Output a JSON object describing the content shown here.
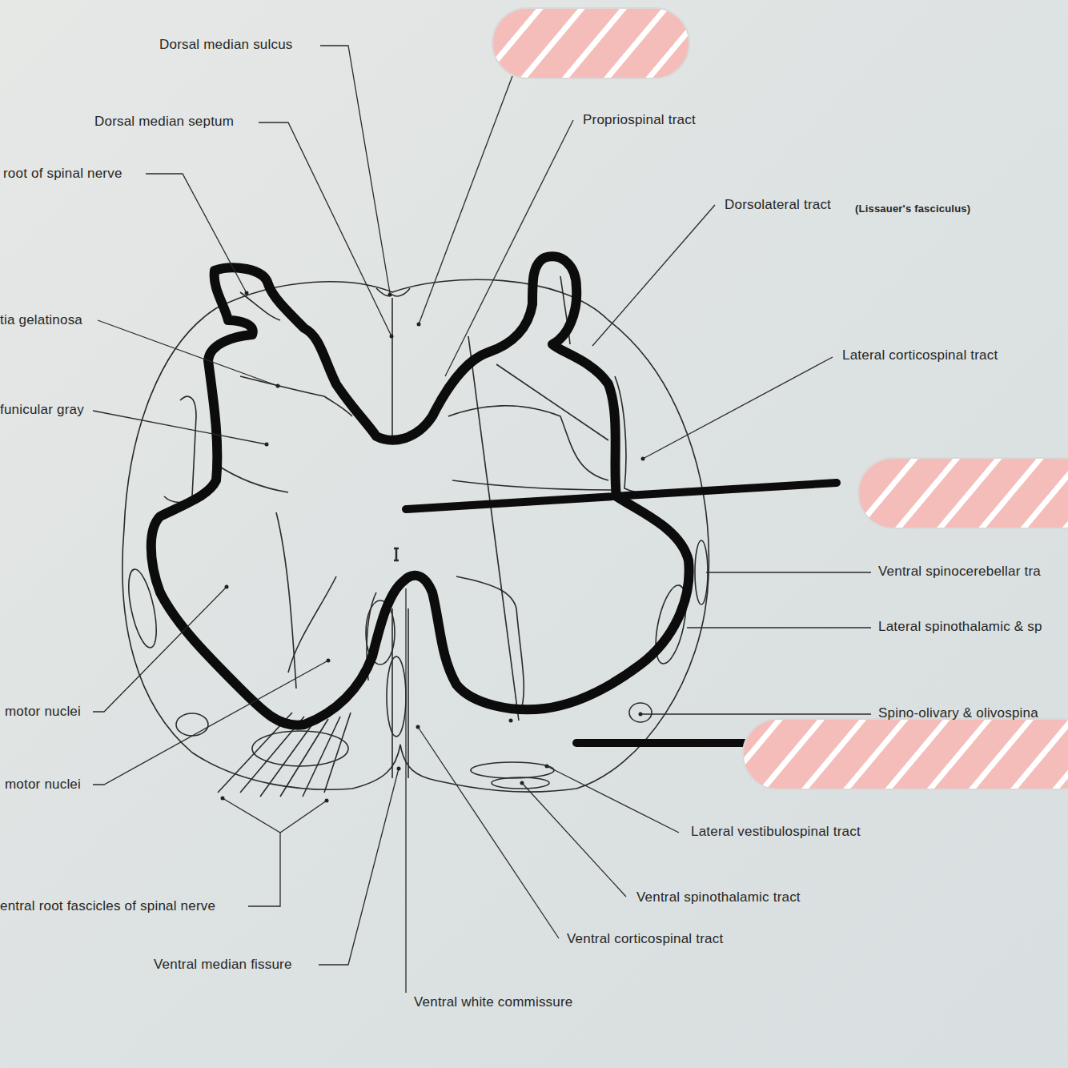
{
  "diagram": {
    "labels": [
      "Dorsal median sulcus",
      "Dorsal median septum",
      "root of spinal nerve",
      "Propriospinal tract",
      "Dorsolateral tract",
      "(Lissauer's fasciculus)",
      "tia gelatinosa",
      "Lateral corticospinal tract",
      "funicular gray",
      "Ventral spinocerebellar tra",
      "Lateral spinothalamic & sp",
      "motor nuclei",
      "Spino-olivary & olivospina",
      "motor nuclei",
      "Lateral vestibulospinal tract",
      "Ventral spinothalamic tract",
      "entral root fascicles of spinal nerve",
      "Ventral corticospinal tract",
      "Ventral median fissure",
      "Ventral white commissure"
    ]
  }
}
